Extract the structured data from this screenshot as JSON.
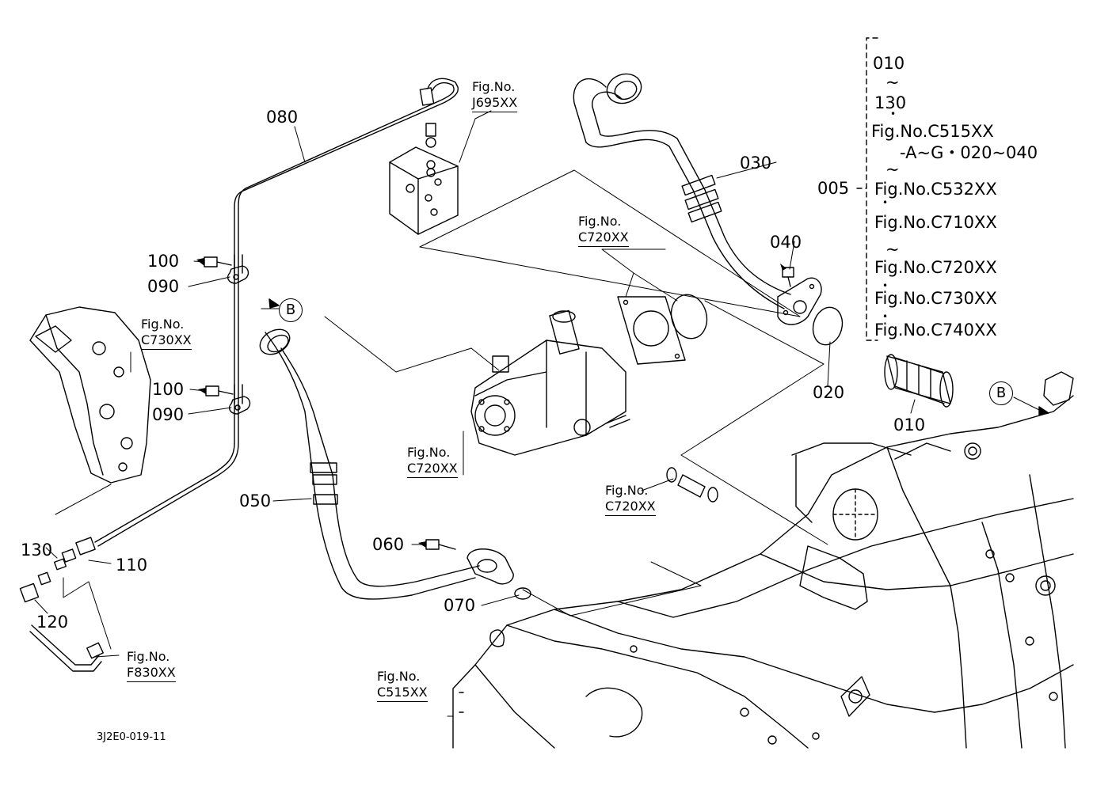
{
  "drawing_code": "3J2E0-019-11",
  "parts": {
    "p005": "005",
    "p010": "010",
    "p020": "020",
    "p030": "030",
    "p040": "040",
    "p050": "050",
    "p060": "060",
    "p070": "070",
    "p080": "080",
    "p090a": "090",
    "p090b": "090",
    "p100a": "100",
    "p100b": "100",
    "p110": "110",
    "p120": "120",
    "p130": "130"
  },
  "refs": {
    "prefix": "Fig.No.",
    "j695": "J695XX",
    "c720_top": "C720XX",
    "c720_mid": "C720XX",
    "c720_low": "C720XX",
    "c730": "C730XX",
    "f830": "F830XX",
    "c515": "C515XX"
  },
  "markers": {
    "b1": "B",
    "b2": "B"
  },
  "assembly_list": {
    "l1": "010",
    "l2": "~",
    "l3": "130",
    "l4": "Fig.No.C515XX",
    "l5": "-A~G・020~040",
    "l6": "~",
    "l7": "Fig.No.C532XX",
    "l8": "Fig.No.C710XX",
    "l9": "~",
    "l10": "Fig.No.C720XX",
    "l11": "Fig.No.C730XX",
    "l12": "Fig.No.C740XX"
  }
}
